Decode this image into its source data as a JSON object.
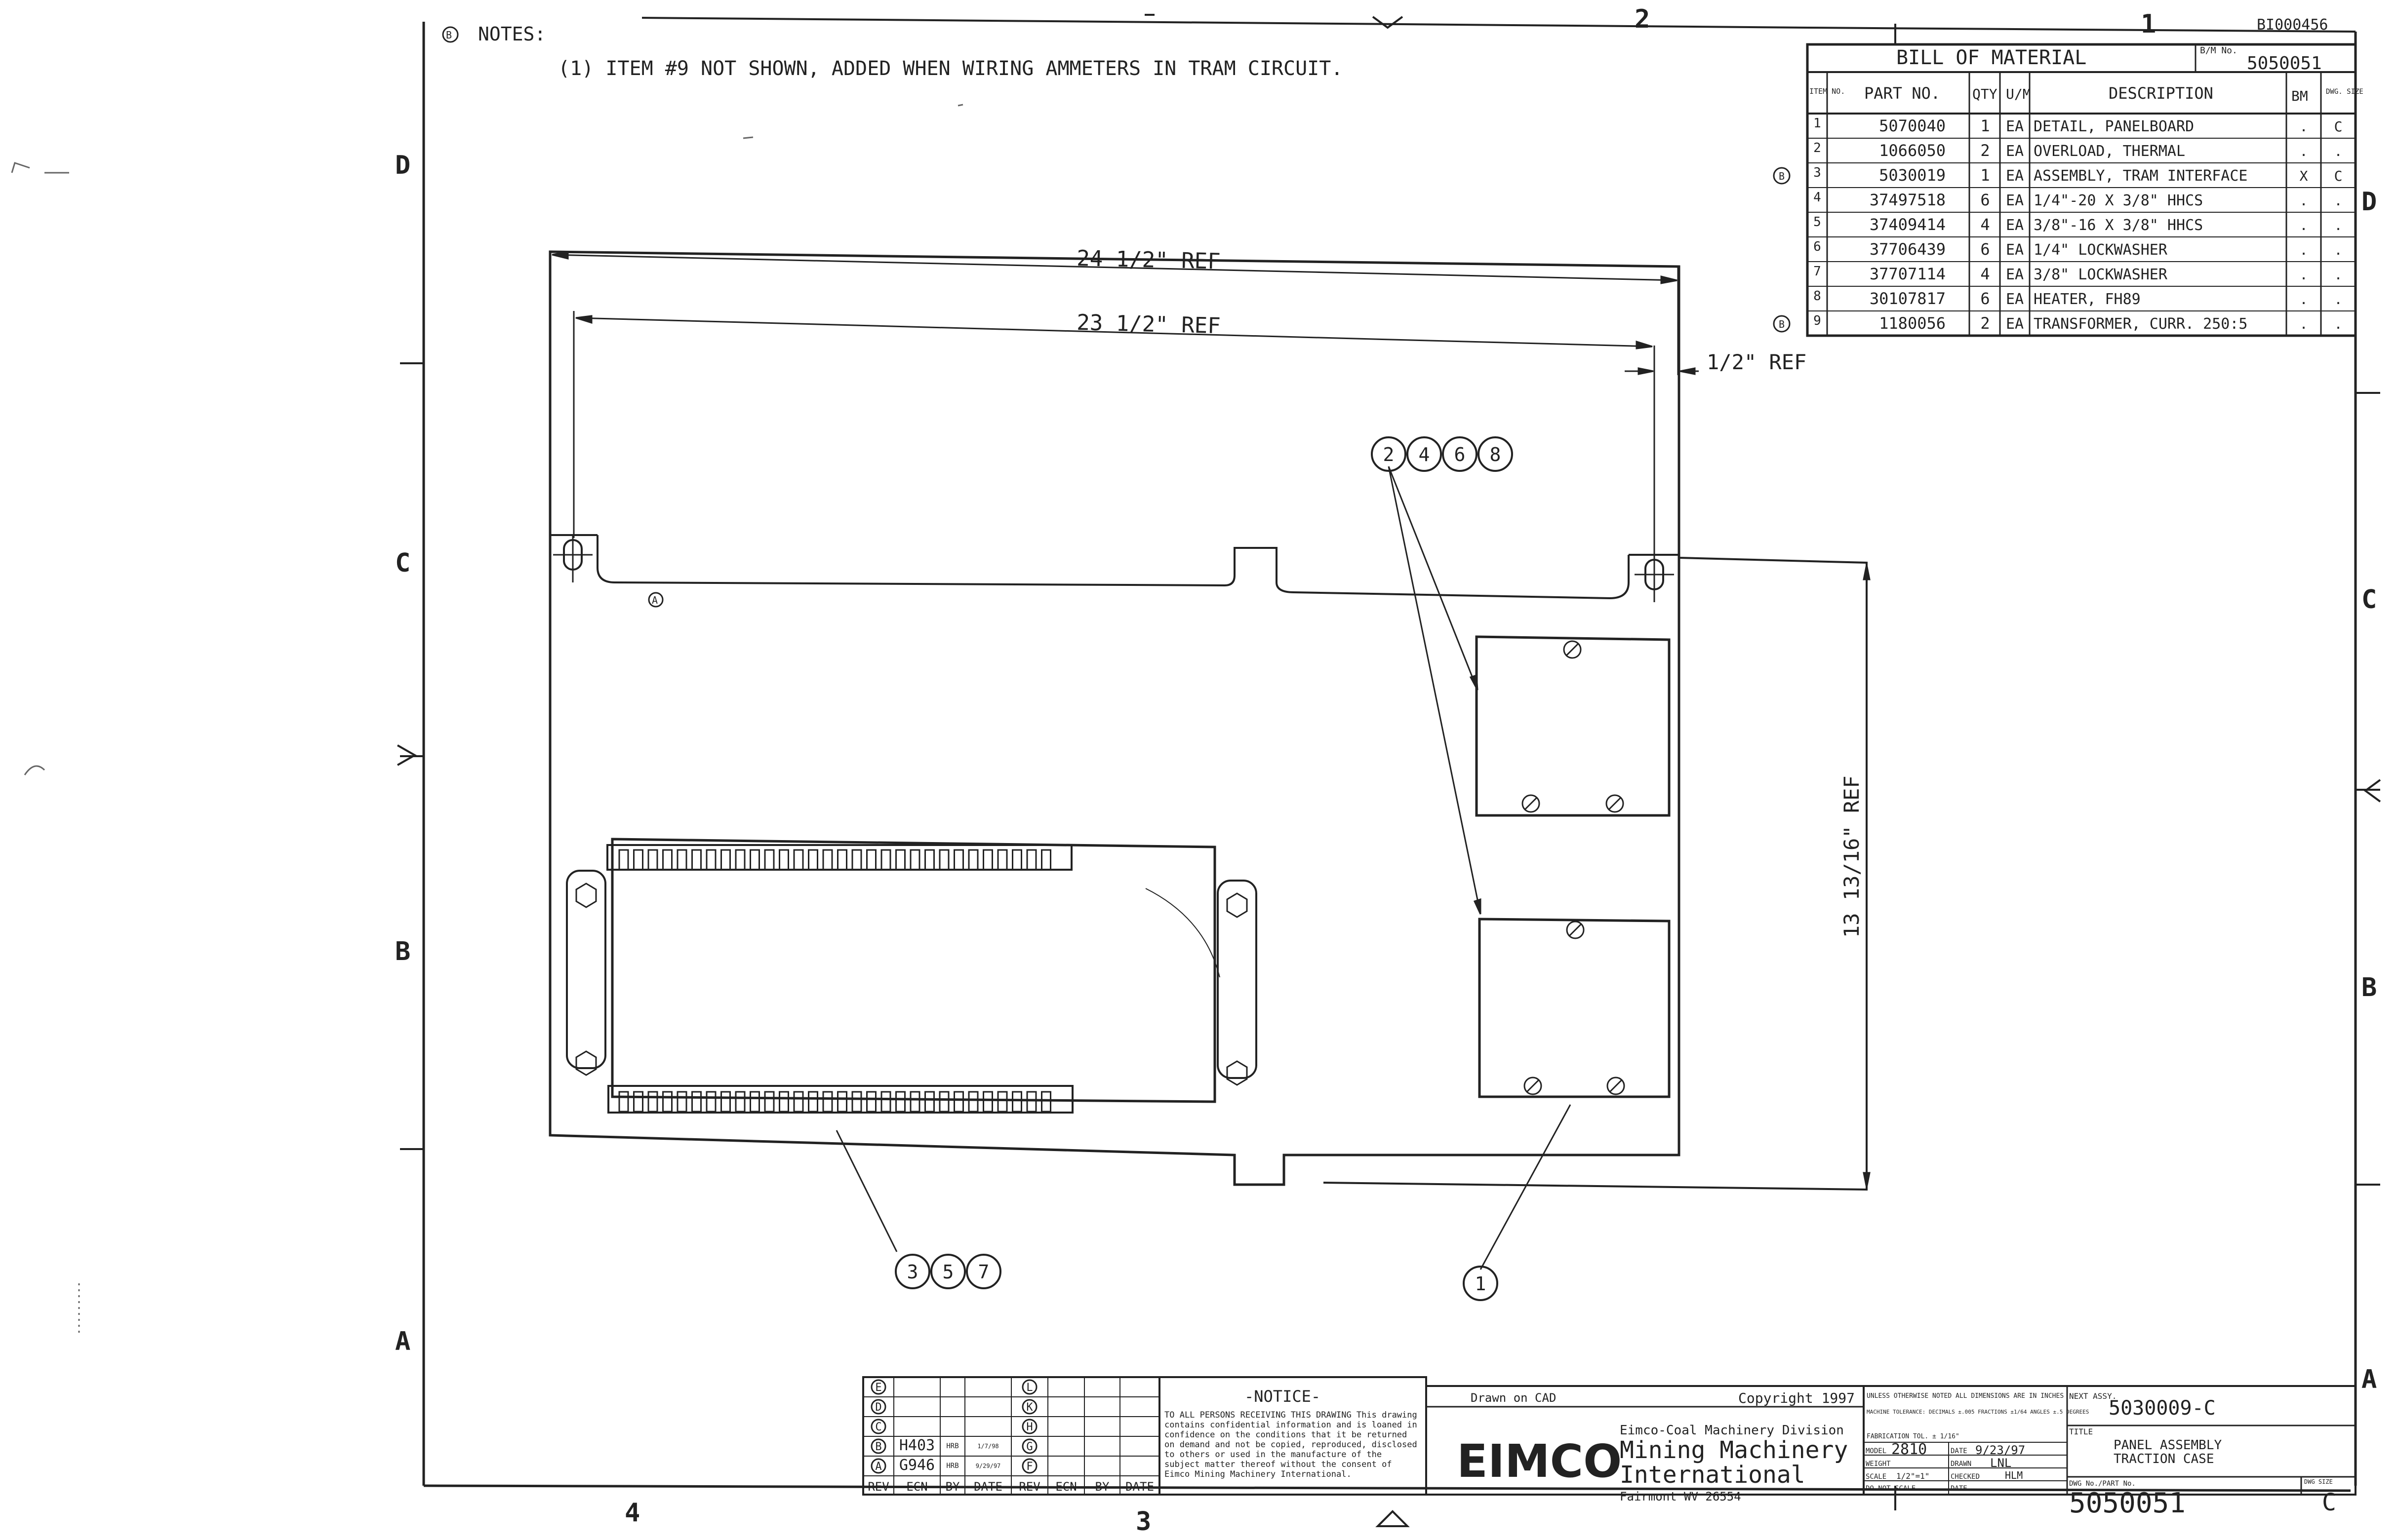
{
  "doc_id": "BI000456",
  "notes": {
    "header": "NOTES:",
    "marker": "B",
    "items": [
      "(1) ITEM #9 NOT SHOWN, ADDED WHEN WIRING AMMETERS IN TRAM CIRCUIT."
    ]
  },
  "zones": {
    "columns": [
      "4",
      "3",
      "2",
      "1"
    ],
    "rows": [
      "D",
      "C",
      "B",
      "A"
    ]
  },
  "bom": {
    "title": "BILL OF MATERIAL",
    "bm_no_label": "B/M No.",
    "bm_no": "5050051",
    "headers": {
      "item": "ITEM NO.",
      "part": "PART NO.",
      "qty": "QTY",
      "um": "U/M",
      "desc": "DESCRIPTION",
      "bm": "BM",
      "size": "DWG. SIZE"
    },
    "rows": [
      {
        "item": "1",
        "part": "5070040",
        "qty": "1",
        "um": "EA",
        "desc": "DETAIL, PANELBOARD",
        "bm": ".",
        "size": "C",
        "rev": ""
      },
      {
        "item": "2",
        "part": "1066050",
        "qty": "2",
        "um": "EA",
        "desc": "OVERLOAD, THERMAL",
        "bm": ".",
        "size": ".",
        "rev": ""
      },
      {
        "item": "3",
        "part": "5030019",
        "qty": "1",
        "um": "EA",
        "desc": "ASSEMBLY, TRAM INTERFACE",
        "bm": "X",
        "size": "C",
        "rev": "B"
      },
      {
        "item": "4",
        "part": "37497518",
        "qty": "6",
        "um": "EA",
        "desc": "1/4\"-20 X 3/8\" HHCS",
        "bm": ".",
        "size": ".",
        "rev": ""
      },
      {
        "item": "5",
        "part": "37409414",
        "qty": "4",
        "um": "EA",
        "desc": "3/8\"-16 X 3/8\" HHCS",
        "bm": ".",
        "size": ".",
        "rev": ""
      },
      {
        "item": "6",
        "part": "37706439",
        "qty": "6",
        "um": "EA",
        "desc": "1/4\" LOCKWASHER",
        "bm": ".",
        "size": ".",
        "rev": ""
      },
      {
        "item": "7",
        "part": "37707114",
        "qty": "4",
        "um": "EA",
        "desc": "3/8\" LOCKWASHER",
        "bm": ".",
        "size": ".",
        "rev": ""
      },
      {
        "item": "8",
        "part": "30107817",
        "qty": "6",
        "um": "EA",
        "desc": "HEATER, FH89",
        "bm": ".",
        "size": ".",
        "rev": ""
      },
      {
        "item": "9",
        "part": "1180056",
        "qty": "2",
        "um": "EA",
        "desc": "TRANSFORMER, CURR. 250:5",
        "bm": ".",
        "size": ".",
        "rev": "B"
      }
    ]
  },
  "dims": {
    "overall_width": "24 1/2\" REF",
    "inner_width": "23 1/2\" REF",
    "offset": "1/2\" REF",
    "height": "13 13/16\" REF"
  },
  "callouts": {
    "top_right": [
      "2",
      "4",
      "6",
      "8"
    ],
    "bottom_left": [
      "3",
      "5",
      "7"
    ],
    "bottom_right": [
      "1"
    ],
    "panel_mark": "A"
  },
  "revisions": {
    "letters_left": [
      "E",
      "D",
      "C",
      "B",
      "A"
    ],
    "letters_right": [
      "L",
      "K",
      "H",
      "G",
      "F"
    ],
    "entries": [
      {
        "letter": "B",
        "ecn": "H403",
        "by": "HRB",
        "date": "1/7/98"
      },
      {
        "letter": "A",
        "ecn": "G946",
        "by": "HRB",
        "date": "9/29/97"
      }
    ],
    "headers": [
      "REV",
      "ECN",
      "BY",
      "DATE",
      "REV",
      "ECN",
      "BY",
      "DATE"
    ]
  },
  "notice": {
    "title": "-NOTICE-",
    "body": "TO ALL PERSONS RECEIVING THIS DRAWING This drawing contains confidential information and is loaned in confidence on the conditions that it be returned on demand and not be copied, reproduced, disclosed to others or used in the manufacture of the subject matter thereof without the consent of Eimco Mining Machinery International."
  },
  "company": {
    "drawn": "Drawn on CAD",
    "copyright": "Copyright 1997",
    "logo": "EIMCO",
    "division": "Eimco-Coal Machinery Division",
    "name_line1": "Mining Machinery",
    "name_line2": "International",
    "address": "Fairmont WV 26554"
  },
  "tolerances": {
    "header": "UNLESS OTHERWISE NOTED ALL DIMENSIONS ARE IN INCHES",
    "line2": "MACHINE TOLERANCE: DECIMALS ±.005 FRACTIONS ±1/64 ANGLES ±.5 DEGREES",
    "line3": "FABRICATION TOL. ± 1/16\""
  },
  "title_block": {
    "model_label": "MODEL",
    "model": "2810",
    "weight_label": "WEIGHT",
    "scale_label": "SCALE",
    "scale": "1/2\"=1\"",
    "dont_scale": "DO NOT SCALE",
    "date_label": "DATE",
    "date": "9/23/97",
    "drawn_label": "DRAWN",
    "drawn_by": "LNL",
    "checked_label": "CHECKED",
    "checked_by": "HLM",
    "date2_label": "DATE",
    "next_assy_label": "NEXT ASSY.",
    "next_assy": "5030009-C",
    "title_label": "TITLE",
    "title_line1": "PANEL ASSEMBLY",
    "title_line2": "TRACTION CASE",
    "dwg_no_label": "DWG No./PART No.",
    "dwg_no": "5050051",
    "dwg_size_label": "DWG SIZE",
    "dwg_size": "C"
  }
}
